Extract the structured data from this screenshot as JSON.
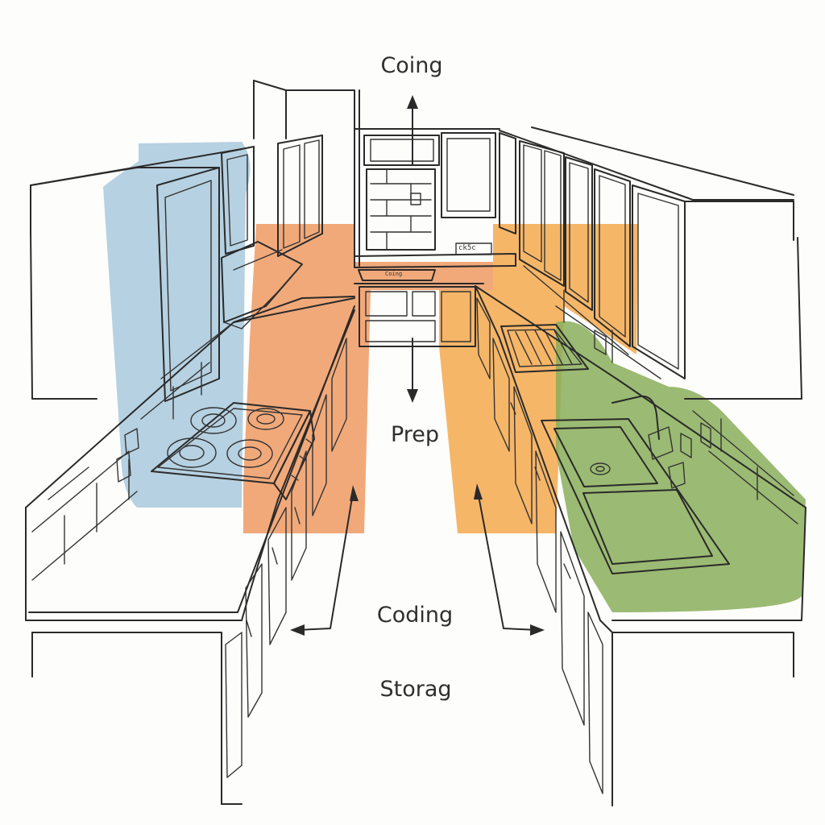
{
  "labels": {
    "top": "Coing",
    "middle": "Prep",
    "bottom_arrows": "Coding",
    "bottom": "Storag"
  },
  "small_text": {
    "backsplash_outlet": "ck5c",
    "counter_note": "Coing"
  },
  "zones": [
    {
      "name": "blue-zone",
      "color": "#a9c9dc"
    },
    {
      "name": "orange-zone",
      "color": "#ee9a63"
    },
    {
      "name": "light-orange-zone",
      "color": "#f4a94e"
    },
    {
      "name": "green-zone",
      "color": "#8aae5a"
    }
  ],
  "icons": [
    "arrow-up-icon",
    "arrow-down-icon",
    "arrow-left-icon",
    "arrow-right-icon"
  ]
}
